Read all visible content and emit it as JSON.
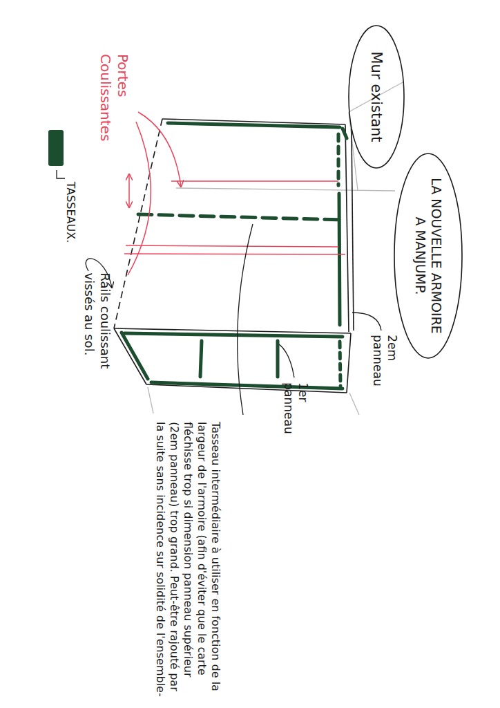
{
  "diagram": {
    "nodes": [
      {
        "text": [
          "Mur existant"
        ]
      },
      {
        "text": [
          "LA NOUVELLE ARMOIRE A MANJUMP."
        ]
      }
    ],
    "labels": [
      "Portes Coulissantes",
      "Rails coulissant vissés au sol.",
      "2em panneau",
      "1er panneau",
      "Tasseau intermédiaire à utiliser en fonction de la largeur de l'armoire (afin d'éviter que le carte fléchisse trop si dimension panneau supérieur (2em panneau) trop grand. Peut-être rajouté par la suite sans incidence sur solidité de l'ensemble-"
    ],
    "legend": [
      {
        "text": "TASSEAUX.",
        "color": "#1b4d2e"
      }
    ]
  }
}
